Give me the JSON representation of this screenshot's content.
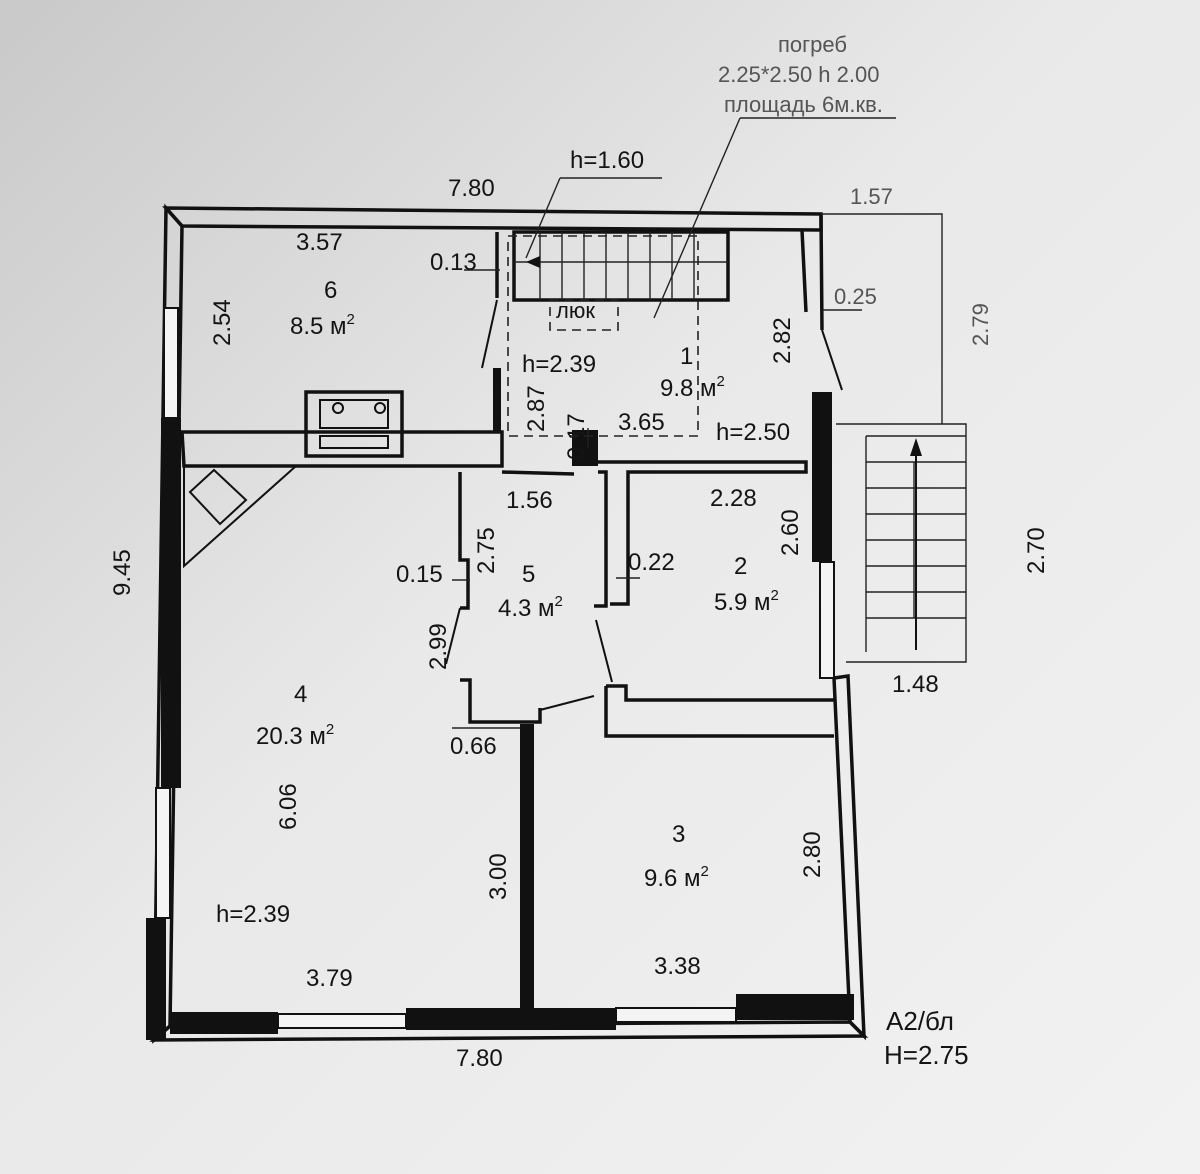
{
  "cellar": {
    "title": "погреб",
    "size": "2.25*2.50 h  2.00",
    "area": "площадь 6м.кв."
  },
  "stair_height": "h=1.60",
  "hatch": "люк",
  "rooms": [
    {
      "number": "1",
      "area": "9.8 м",
      "sup": "2"
    },
    {
      "number": "2",
      "area": "5.9 м",
      "sup": "2"
    },
    {
      "number": "3",
      "area": "9.6 м",
      "sup": "2"
    },
    {
      "number": "4",
      "area": "20.3 м",
      "sup": "2"
    },
    {
      "number": "5",
      "area": "4.3 м",
      "sup": "2"
    },
    {
      "number": "6",
      "area": "8.5 м",
      "sup": "2"
    }
  ],
  "heights": {
    "room1": "h=2.39",
    "hall": "h=2.50",
    "room4": "h=2.39"
  },
  "dimensions": {
    "top_width": "7.80",
    "bottom_width": "7.80",
    "left_height": "9.45",
    "room6_width": "3.57",
    "room6_height": "2.54",
    "wall_013": "0.13",
    "porch_width": "1.57",
    "porch_wall": "0.25",
    "porch_depth": "2.79",
    "room1_height": "2.82",
    "stair_dim": "2.87",
    "wall_017": "0.17",
    "room1_width": "3.65",
    "corridor_width": "1.56",
    "corridor_height": "2.75",
    "wall_015": "0.15",
    "corridor_lower": "2.99",
    "wall_022": "0.22",
    "room2_width": "2.28",
    "room2_height": "2.60",
    "steps_height": "2.70",
    "steps_width": "1.48",
    "wall_066": "0.66",
    "room4_height": "6.06",
    "partition_height": "3.00",
    "room3_height": "2.80",
    "room4_width": "3.79",
    "room3_width": "3.38"
  },
  "stamp": {
    "line1": "А2/бл",
    "line2": "Н=2.75"
  }
}
